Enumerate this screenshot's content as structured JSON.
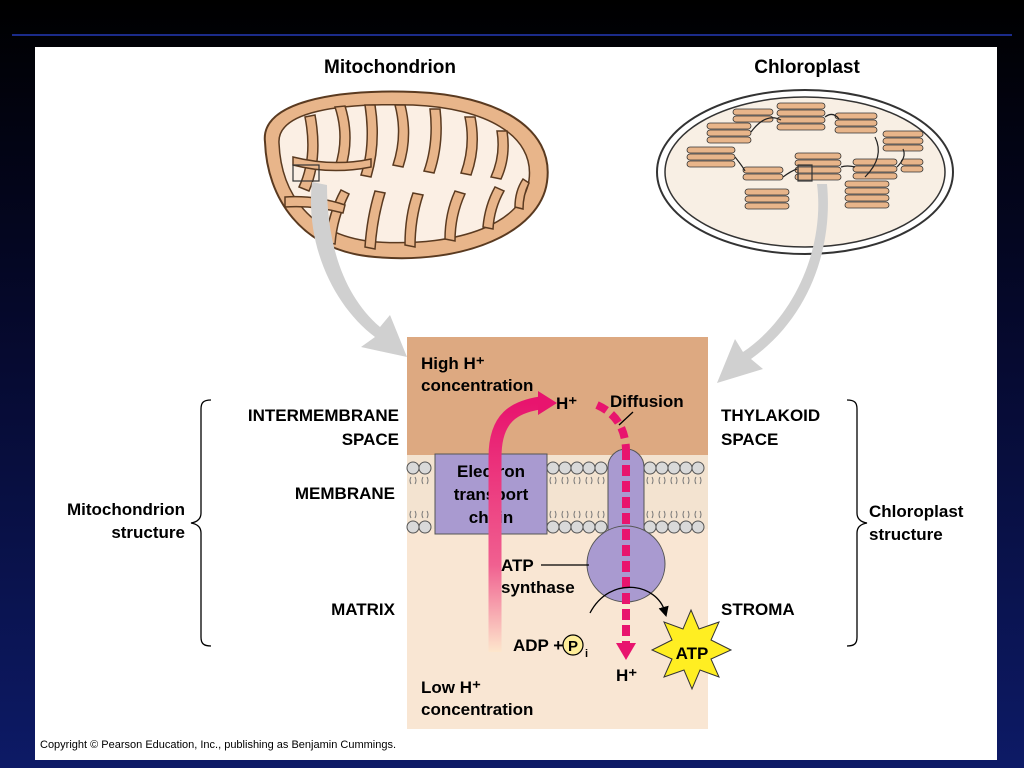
{
  "titles": {
    "mitochondrion": "Mitochondrion",
    "chloroplast": "Chloroplast"
  },
  "labels": {
    "high_h_line1": "High H⁺",
    "high_h_line2": "concentration",
    "low_h_line1": "Low H⁺",
    "low_h_line2": "concentration",
    "h_plus_top": "H⁺",
    "h_plus_bottom": "H⁺",
    "diffusion": "Diffusion",
    "etc_line1": "Electron",
    "etc_line2": "transport",
    "etc_line3": "chain",
    "atp_synthase_line1": "ATP",
    "atp_synthase_line2": "synthase",
    "adp_plus": "ADP +",
    "p": "P",
    "i": "i",
    "atp": "ATP"
  },
  "left_side": {
    "intermembrane_line1": "INTERMEMBRANE",
    "intermembrane_line2": "SPACE",
    "membrane": "MEMBRANE",
    "matrix": "MATRIX",
    "structure_line1": "Mitochondrion",
    "structure_line2": "structure"
  },
  "right_side": {
    "thylakoid_line1": "THYLAKOID",
    "thylakoid_line2": "SPACE",
    "stroma": "STROMA",
    "structure_line1": "Chloroplast",
    "structure_line2": "structure"
  },
  "copyright": "Copyright © Pearson Education, Inc., publishing as Benjamin Cummings.",
  "colors": {
    "organelle_fill": "#e8b58a",
    "top_zone": "#dda981",
    "bottom_zone": "#f9e6d3",
    "protein": "#a99ad0",
    "proton_arrow": "#e8146e",
    "atp_star": "#ffee22"
  }
}
